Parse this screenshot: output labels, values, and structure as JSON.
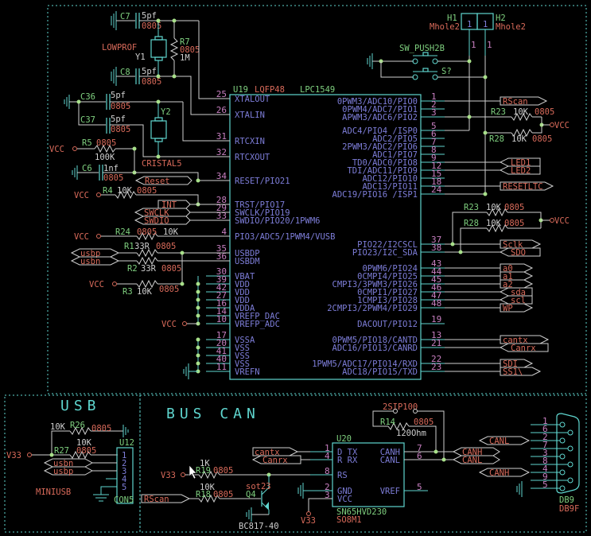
{
  "sections": {
    "usb_title": "USB",
    "can_title": "BUS CAN"
  },
  "u19": {
    "ref": "U19",
    "package": "LQFP48",
    "part": "LPC1549",
    "left_pins": [
      {
        "num": "25",
        "name": "XTALOUT"
      },
      {
        "num": "26",
        "name": "XTALIN"
      },
      {
        "num": "31",
        "name": "RTCXIN"
      },
      {
        "num": "32",
        "name": "RTCXOUT"
      },
      {
        "num": "34",
        "name": "RESET/PIO21"
      },
      {
        "num": "28",
        "name": "TRST/PIO17"
      },
      {
        "num": "29",
        "name": "SWCLK/PIO19"
      },
      {
        "num": "33",
        "name": "SWDIO/PIO20/1PWM6"
      },
      {
        "num": "4",
        "name": "PIO3/ADC5/1PWM4/VUSB"
      },
      {
        "num": "35",
        "name": "USBDP"
      },
      {
        "num": "36",
        "name": "USBDM"
      },
      {
        "num": "30",
        "name": "VBAT"
      },
      {
        "num": "39",
        "name": "VDD"
      },
      {
        "num": "42",
        "name": "VDD"
      },
      {
        "num": "27",
        "name": "VDD"
      },
      {
        "num": "16",
        "name": "VDDA"
      },
      {
        "num": "14",
        "name": "VREFP_DAC"
      },
      {
        "num": "10",
        "name": "VREFP_ADC"
      },
      {
        "num": "17",
        "name": "VSSA"
      },
      {
        "num": "20",
        "name": "VSS"
      },
      {
        "num": "41",
        "name": "VSS"
      },
      {
        "num": "40",
        "name": "VSS"
      },
      {
        "num": "11",
        "name": "VREFN"
      }
    ],
    "right_pins": [
      {
        "num": "1",
        "name": "0PWM3/ADC10/PIO0"
      },
      {
        "num": "2",
        "name": "0PWM4/ADC7/PIO1"
      },
      {
        "num": "3",
        "name": "APWM3/ADC6/PIO2"
      },
      {
        "num": "5",
        "name": "ADC4/PIO4 /ISP0"
      },
      {
        "num": "6",
        "name": "ADC2/PIO5"
      },
      {
        "num": "7",
        "name": "2PWM3/ADC2/PIO6"
      },
      {
        "num": "8",
        "name": "ADC1/PIO7"
      },
      {
        "num": "9",
        "name": "TD0/ADC0/PIO8"
      },
      {
        "num": "12",
        "name": "TDI/ADC11/PIO9"
      },
      {
        "num": "15",
        "name": "ADC12/PIO10"
      },
      {
        "num": "18",
        "name": "ADC13/PIO11"
      },
      {
        "num": "24",
        "name": "ADC19/PIO16 /ISP1"
      },
      {
        "num": "37",
        "name": "PIO22/I2CSCL"
      },
      {
        "num": "38",
        "name": "PIO23/I2C_SDA"
      },
      {
        "num": "43",
        "name": "0PWM6/PIO24"
      },
      {
        "num": "44",
        "name": "0CMPI4/PIO25"
      },
      {
        "num": "45",
        "name": "CMPI3/3PWM3/PIO26"
      },
      {
        "num": "46",
        "name": "0CMPI1/PIO27"
      },
      {
        "num": "47",
        "name": "1CMPI3/PIO28"
      },
      {
        "num": "48",
        "name": "2CMPI3/2PWM4/PIO29"
      },
      {
        "num": "19",
        "name": "DACOUT/PIO12"
      },
      {
        "num": "13",
        "name": "0PWM5/PIO18/CANTD"
      },
      {
        "num": "21",
        "name": "ADC16/PIO13/CANRD"
      },
      {
        "num": "22",
        "name": "1PWM5/ADC17/PIO14/RXD"
      },
      {
        "num": "23",
        "name": "ADC18/PIO15/TXD"
      }
    ]
  },
  "components": {
    "c7": {
      "ref": "C7",
      "value": "5pf",
      "pkg": "0805"
    },
    "c8": {
      "ref": "C8",
      "value": "5pf",
      "pkg": "0805"
    },
    "y1": {
      "ref": "Y1",
      "value": "LOWPROF"
    },
    "r7": {
      "ref": "R7",
      "pkg": "0805",
      "value": "1M"
    },
    "c36": {
      "ref": "C36",
      "value": "5pf",
      "pkg": "0805"
    },
    "c37": {
      "ref": "C37",
      "value": "5pf",
      "pkg": "0805"
    },
    "y2": {
      "ref": "Y2",
      "value": "CRISTAL5"
    },
    "r5": {
      "ref": "R5",
      "pkg": "0805",
      "value": "100K"
    },
    "c6": {
      "ref": "C6",
      "value": "1nf",
      "pkg": "0805"
    },
    "r4": {
      "ref": "R4",
      "value": "10K",
      "pkg": "0805"
    },
    "r24": {
      "ref": "R24",
      "pkg": "0805",
      "value": "10K"
    },
    "r1": {
      "ref": "R1",
      "value": "33R",
      "pkg": "0805"
    },
    "r2": {
      "ref": "R2",
      "value": "33R",
      "pkg": "0805"
    },
    "r3": {
      "ref": "R3",
      "value": "10K",
      "pkg": "0805"
    },
    "h1": {
      "ref": "H1",
      "value": "Mhole2",
      "pin": "1"
    },
    "h2": {
      "ref": "H2",
      "value": "Mhole2",
      "pin": "1"
    },
    "sw1": {
      "ref": "SW_PUSH2B"
    },
    "sw2": {
      "ref": "S?"
    },
    "r23a": {
      "ref": "R23",
      "value": "10K",
      "pkg": "0805"
    },
    "r28a": {
      "ref": "R28",
      "value": "10K",
      "pkg": "0805"
    },
    "r23b": {
      "ref": "R23",
      "value": "10K",
      "pkg": "0805"
    },
    "r28b": {
      "ref": "R28",
      "value": "10K",
      "pkg": "0805"
    },
    "r26": {
      "ref": "R26",
      "value": "10K",
      "pkg": "0805"
    },
    "r27": {
      "ref": "R27",
      "value": "10K",
      "pkg": "0805"
    },
    "u12": {
      "ref": "U12",
      "value": "CON5",
      "label": "MINIUSB",
      "pins": [
        "1",
        "2",
        "3",
        "4",
        "5"
      ]
    },
    "r19": {
      "ref": "R19",
      "value": "1K",
      "pkg": "0805"
    },
    "r18": {
      "ref": "R18",
      "value": "10K",
      "pkg": "0805"
    },
    "q4": {
      "ref": "Q4",
      "pkg": "sot23",
      "value": "BC817-40"
    },
    "r14": {
      "ref": "R14",
      "pkg": "0805",
      "value": "120Ohm",
      "jumper": "2SIP100"
    },
    "u20": {
      "ref": "U20",
      "part": "SN65HVD230",
      "pkg": "SO8M1",
      "left_pins": [
        {
          "num": "1",
          "name": "D  TX"
        },
        {
          "num": "4",
          "name": "R  RX"
        },
        {
          "num": "8",
          "name": "RS"
        },
        {
          "num": "2",
          "name": "GND"
        },
        {
          "num": "3",
          "name": "VCC"
        }
      ],
      "right_pins": [
        {
          "num": "7",
          "name": "CANH"
        },
        {
          "num": "6",
          "name": "CANL"
        },
        {
          "num": "5",
          "name": "VREF"
        }
      ]
    },
    "db9": {
      "ref": "DB9",
      "value": "DB9F",
      "pins": [
        "1",
        "6",
        "2",
        "7",
        "3",
        "8",
        "4",
        "9",
        "5"
      ]
    }
  },
  "power": {
    "vcc": "VCC",
    "v33": "V33"
  },
  "nets": {
    "reset": "Reset",
    "int": "INT",
    "swclk": "SWCLK",
    "swdio": "SWDIO",
    "usbp": "usbp",
    "usbn": "usbn",
    "rscan": "RScan",
    "led1": "LED1",
    "led2": "LED2",
    "resetltc": "RESETLTC",
    "sclk": "Sclk",
    "sdo": "SDO",
    "a0": "a0",
    "a1": "a1",
    "a2": "a2",
    "sda": "sda",
    "scl": "scl",
    "wp": "WP",
    "cantx": "cantx",
    "canrx": "Canrx",
    "sdi": "SDI",
    "ss1": "SS1\\",
    "canh": "CANH",
    "canl": "CANL"
  }
}
